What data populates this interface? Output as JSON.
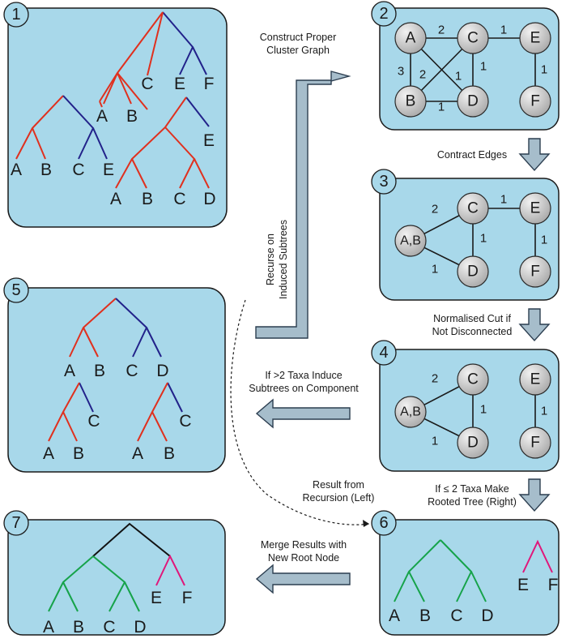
{
  "panels": {
    "p1": {
      "badge": "1",
      "tree_top_leaves": [
        "A",
        "B",
        "C",
        "E",
        "F"
      ],
      "tree_left_leaves": [
        "A",
        "B",
        "C",
        "E"
      ],
      "tree_right_leaves": [
        "A",
        "B",
        "C",
        "D",
        "E"
      ]
    },
    "p2": {
      "badge": "2",
      "nodes": [
        "A",
        "C",
        "E",
        "B",
        "D",
        "F"
      ],
      "weights": [
        "2",
        "1",
        "3",
        "2",
        "1",
        "1",
        "1",
        "1"
      ]
    },
    "p3": {
      "badge": "3",
      "nodes": [
        "C",
        "E",
        "A,B",
        "D",
        "F"
      ],
      "weights": [
        "2",
        "1",
        "1",
        "1",
        "1"
      ]
    },
    "p4": {
      "badge": "4",
      "nodes": [
        "C",
        "E",
        "A,B",
        "D",
        "F"
      ],
      "weights": [
        "2",
        "1",
        "1",
        "1"
      ]
    },
    "p5": {
      "badge": "5",
      "tree_top_leaves": [
        "A",
        "B",
        "C",
        "D"
      ],
      "tree_left_leaves": [
        "A",
        "B",
        "C"
      ],
      "tree_right_leaves": [
        "A",
        "B",
        "C"
      ]
    },
    "p6": {
      "badge": "6",
      "tree_left_leaves": [
        "A",
        "B",
        "C",
        "D"
      ],
      "tree_right_leaves": [
        "E",
        "F"
      ]
    },
    "p7": {
      "badge": "7",
      "tree_leaves": [
        "A",
        "B",
        "C",
        "D",
        "E",
        "F"
      ]
    }
  },
  "captions": {
    "construct": [
      "Construct Proper",
      "Cluster Graph"
    ],
    "contract": "Contract Edges",
    "normalised": [
      "Normalised Cut if",
      "Not Disconnected"
    ],
    "induce": [
      "If >2 Taxa Induce",
      "Subtrees on Component"
    ],
    "recurse": [
      "Recurse on",
      "Induced Subtrees"
    ],
    "result": [
      "Result from",
      "Recursion (Left)"
    ],
    "rooted": [
      "If ≤ 2 Taxa Make",
      "Rooted Tree (Right)"
    ],
    "merge": [
      "Merge Results with",
      "New Root Node"
    ]
  },
  "colors": {
    "panel": "#a8d8ea",
    "red_branch": "#e0301e",
    "blue_branch": "#22228a",
    "green_branch": "#16a34a",
    "pink_branch": "#e0177a",
    "arrow": "#a6bdcb"
  }
}
